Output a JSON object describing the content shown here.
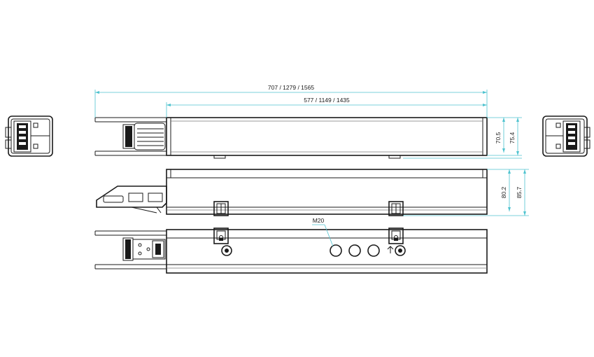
{
  "dimensions": {
    "overall_length": "707 / 1279 / 1565",
    "body_length": "577 / 1149 / 1435",
    "height_inner_top": "70.5",
    "height_outer_top": "75.4",
    "height_inner_side": "80.2",
    "height_outer_side": "85.7",
    "cable_entry": "M20"
  },
  "colors": {
    "line": "#1a1a1a",
    "dimension": "#4fc3cf"
  }
}
